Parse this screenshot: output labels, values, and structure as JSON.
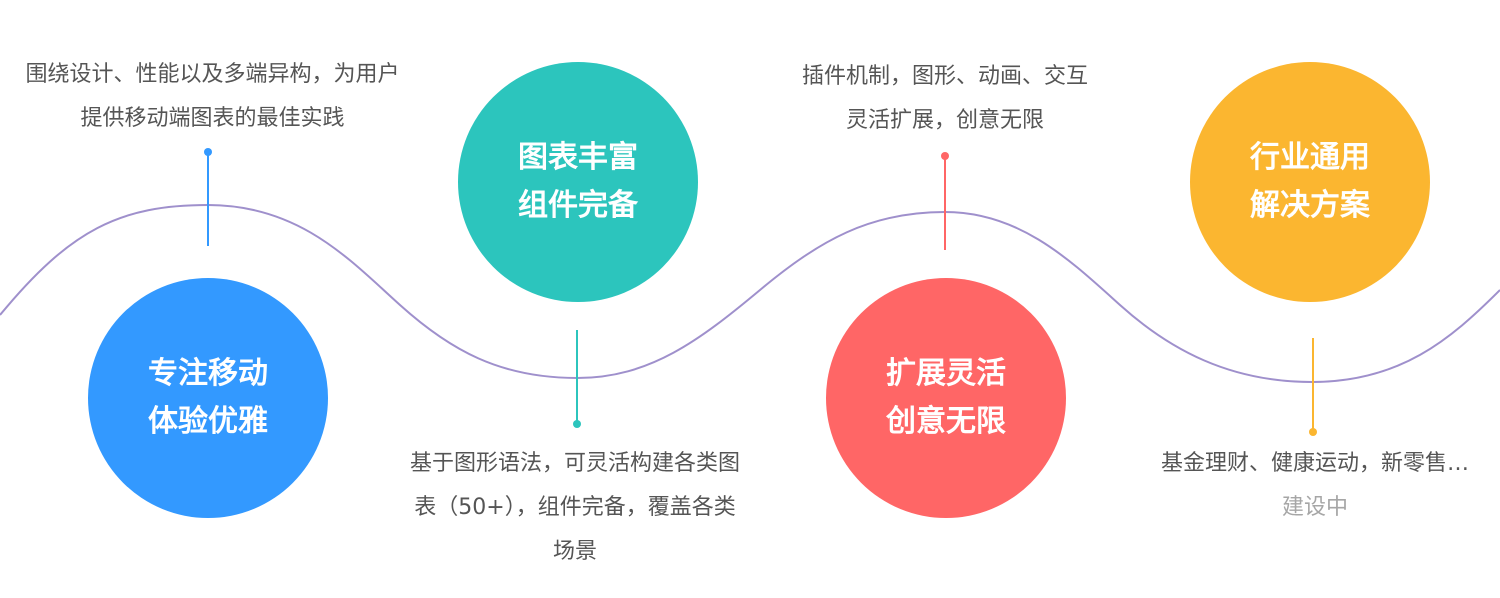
{
  "colors": {
    "wave": "#9f90cc",
    "blue": "#3399ff",
    "teal": "#2cc5bd",
    "red": "#ff6666",
    "orange": "#fbb630",
    "text": "#555555",
    "muted_text": "#a6a6a6"
  },
  "features": [
    {
      "circle_lines": [
        "专注移动",
        "体验优雅"
      ],
      "desc_lines": [
        "围绕设计、性能以及多端异构，为用户",
        "提供移动端图表的最佳实践"
      ]
    },
    {
      "circle_lines": [
        "图表丰富",
        "组件完备"
      ],
      "desc_lines": [
        "基于图形语法，可灵活构建各类图",
        "表（50+），组件完备，覆盖各类",
        "场景"
      ]
    },
    {
      "circle_lines": [
        "扩展灵活",
        "创意无限"
      ],
      "desc_lines": [
        "插件机制，图形、动画、交互",
        "灵活扩展，创意无限"
      ]
    },
    {
      "circle_lines": [
        "行业通用",
        "解决方案"
      ],
      "desc_lines": [
        "基金理财、健康运动，新零售…",
        "建设中"
      ]
    }
  ]
}
